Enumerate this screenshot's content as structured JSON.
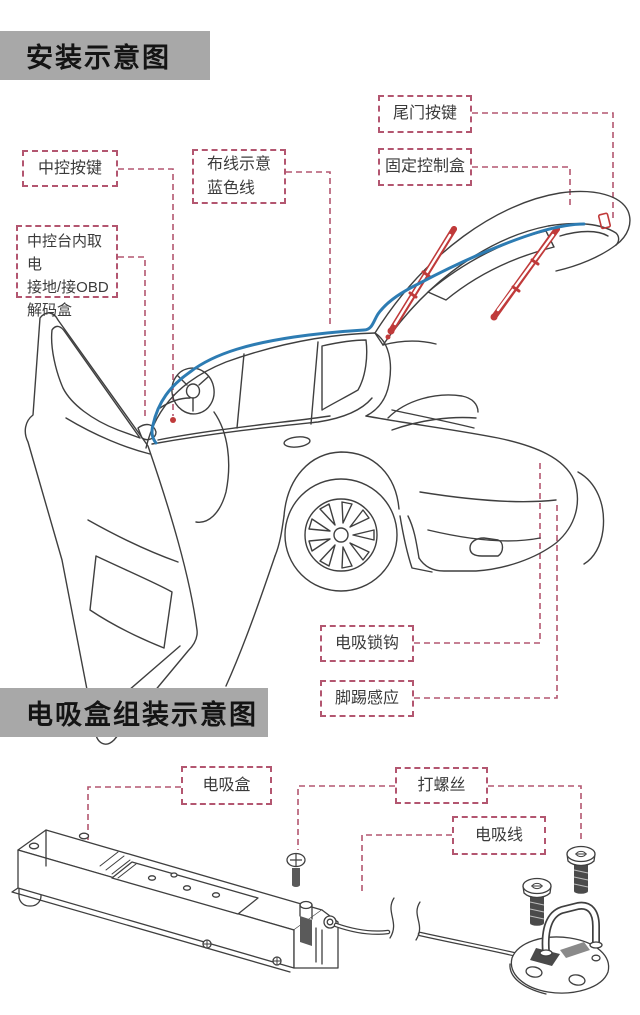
{
  "colors": {
    "callout": "#b35670",
    "wire_blue": "#2d7cb3",
    "strut_red": "#c03a3a",
    "line_ink": "#3f3f3f",
    "header_bg": "#a8a8a8",
    "header_text": "#141414",
    "label_text": "#3b3b3b"
  },
  "headers": {
    "install": "安装示意图",
    "assembly": "电吸盒组装示意图"
  },
  "install": {
    "tailgate_button": "尾门按键",
    "fixed_control_box": "固定控制盒",
    "center_button": "中控按键",
    "wiring_note": "布线示意\n蓝色线",
    "console_power": "中控台内取电\n接地/接OBD\n解码盒",
    "lock_hook": "电吸锁钩",
    "kick_sensor": "脚踢感应"
  },
  "assembly": {
    "suction_box": "电吸盒",
    "screws": "打螺丝",
    "suction_wire": "电吸线"
  }
}
